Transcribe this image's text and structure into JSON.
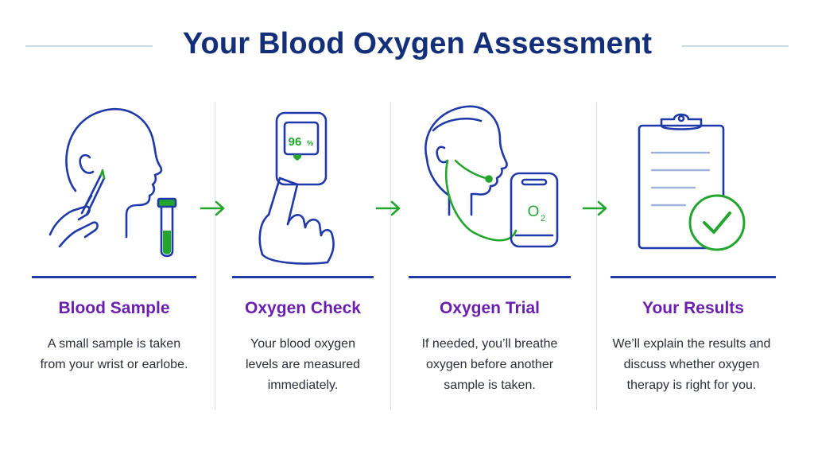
{
  "header": {
    "title": "Your Blood Oxygen Assessment"
  },
  "colors": {
    "navy": "#142f7a",
    "line_blue": "#1f3aa8",
    "purple": "#6a1fb0",
    "green": "#23a62e",
    "text": "#2b2f3a"
  },
  "steps": [
    {
      "title": "Blood Sample",
      "description": "A small sample is taken from your wrist or earlobe.",
      "icon": "blood-sample-icon"
    },
    {
      "title": "Oxygen Check",
      "description": "Your blood oxygen levels are measured immediately.",
      "icon": "pulse-oximeter-icon",
      "device_reading": "96",
      "device_unit": "%"
    },
    {
      "title": "Oxygen Trial",
      "description": "If needed, you’ll breathe oxygen before another sample is taken.",
      "icon": "oxygen-trial-icon",
      "tank_label": "O",
      "tank_subscript": "2"
    },
    {
      "title": "Your Results",
      "description": "We’ll explain the results and discuss whether oxygen therapy is right for you.",
      "icon": "clipboard-check-icon"
    }
  ]
}
